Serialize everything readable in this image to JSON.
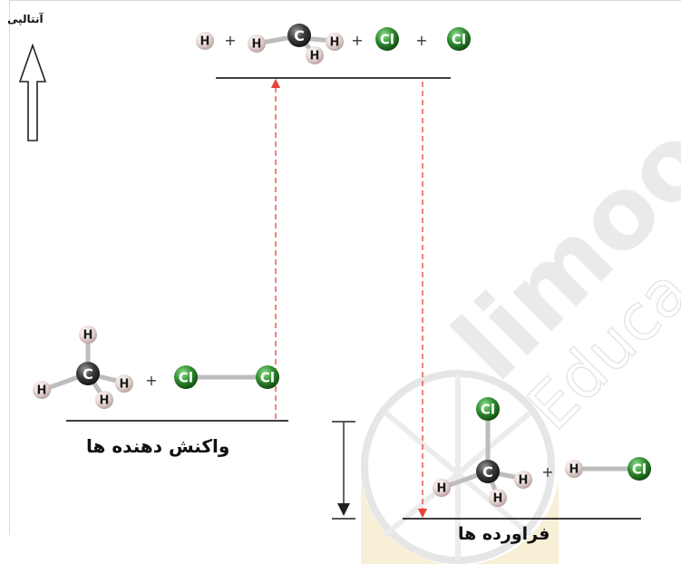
{
  "diagram": {
    "y_axis_label": "آنتالپی",
    "reactants_label": "واکنش دهنده ها",
    "products_label": "فراورده ها",
    "watermark_text": "limoo",
    "watermark_subtext": "Educa",
    "atoms": {
      "hydrogen": "H",
      "carbon": "C",
      "chlorine": "Cl"
    },
    "plus_sign": "+",
    "colors": {
      "hydrogen": "#e7d5d2",
      "carbon": "#3a3a3a",
      "chlorine": "#2f8a2f",
      "bond": "#b8b8b8",
      "dashed_arrow": "#e8413a",
      "level_line": "#222222",
      "watermark": "#f3ead6"
    }
  }
}
